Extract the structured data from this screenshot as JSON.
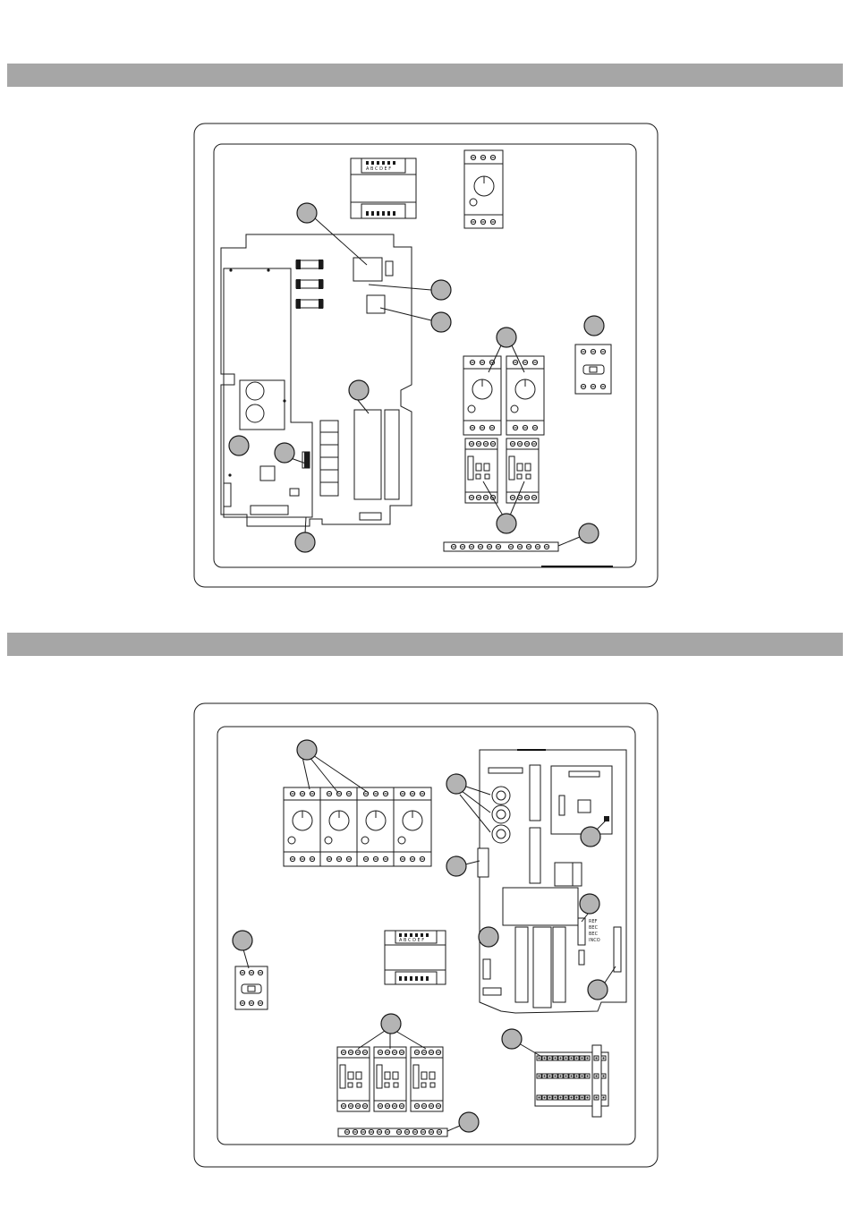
{
  "colors": {
    "section_bar": "#a6a6a6",
    "callout_fill": "#b4b4b4",
    "line": "#1a1a1a",
    "background": "#ffffff"
  },
  "sections": [
    {
      "name": "top-section-bar"
    },
    {
      "name": "bottom-section-bar"
    }
  ],
  "top_panel": {
    "terminal_letters": "A B C D E F",
    "callouts": 12
  },
  "bottom_panel": {
    "pcb_labels": [
      "REF",
      "BEC",
      "BEC",
      "INCO"
    ],
    "callouts": 12
  }
}
